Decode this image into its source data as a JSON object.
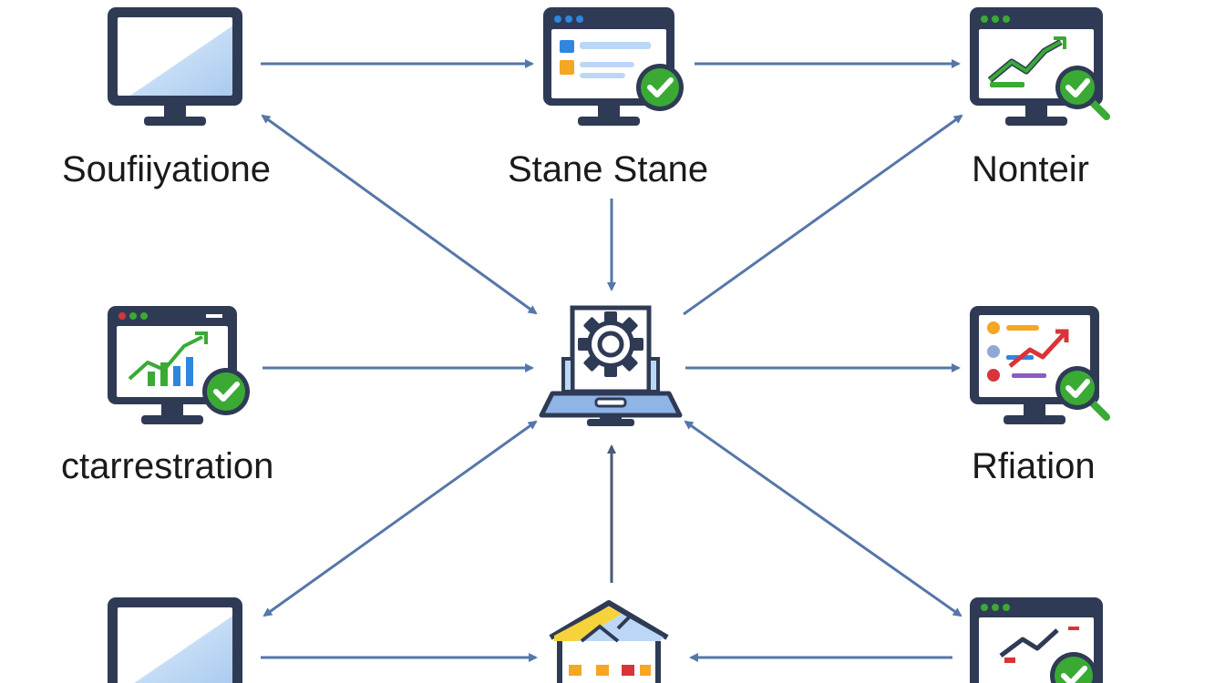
{
  "nodes": {
    "top_left": {
      "label": "Soufiiyatione",
      "icon": "monitor-icon"
    },
    "top_center": {
      "label": "Stane Stane",
      "icon": "browser-window-check-icon"
    },
    "top_right": {
      "label": "Nonteir",
      "icon": "monitor-chart-search-icon"
    },
    "middle_left": {
      "label": "ctarrestration",
      "icon": "monitor-chart-check-icon"
    },
    "center": {
      "icon": "laptop-gear-icon"
    },
    "middle_right": {
      "label": "Rfiation",
      "icon": "monitor-dashboard-search-icon"
    },
    "bottom_left": {
      "icon": "monitor-icon"
    },
    "bottom_center": {
      "icon": "house-icon"
    },
    "bottom_right": {
      "icon": "monitor-chart-check-icon"
    }
  },
  "colors": {
    "arrow": "#5577a8",
    "arrow_dark": "#4a5a78",
    "frame": "#2f3b55",
    "screen": "#ffffff",
    "screen_accent": "#bcd7f5",
    "check_green": "#3aaa35",
    "chart_green": "#3aaa35",
    "chart_red": "#d8343a",
    "accent_blue": "#2e86de",
    "accent_orange": "#f5a623",
    "house_yellow": "#f7d33b"
  }
}
